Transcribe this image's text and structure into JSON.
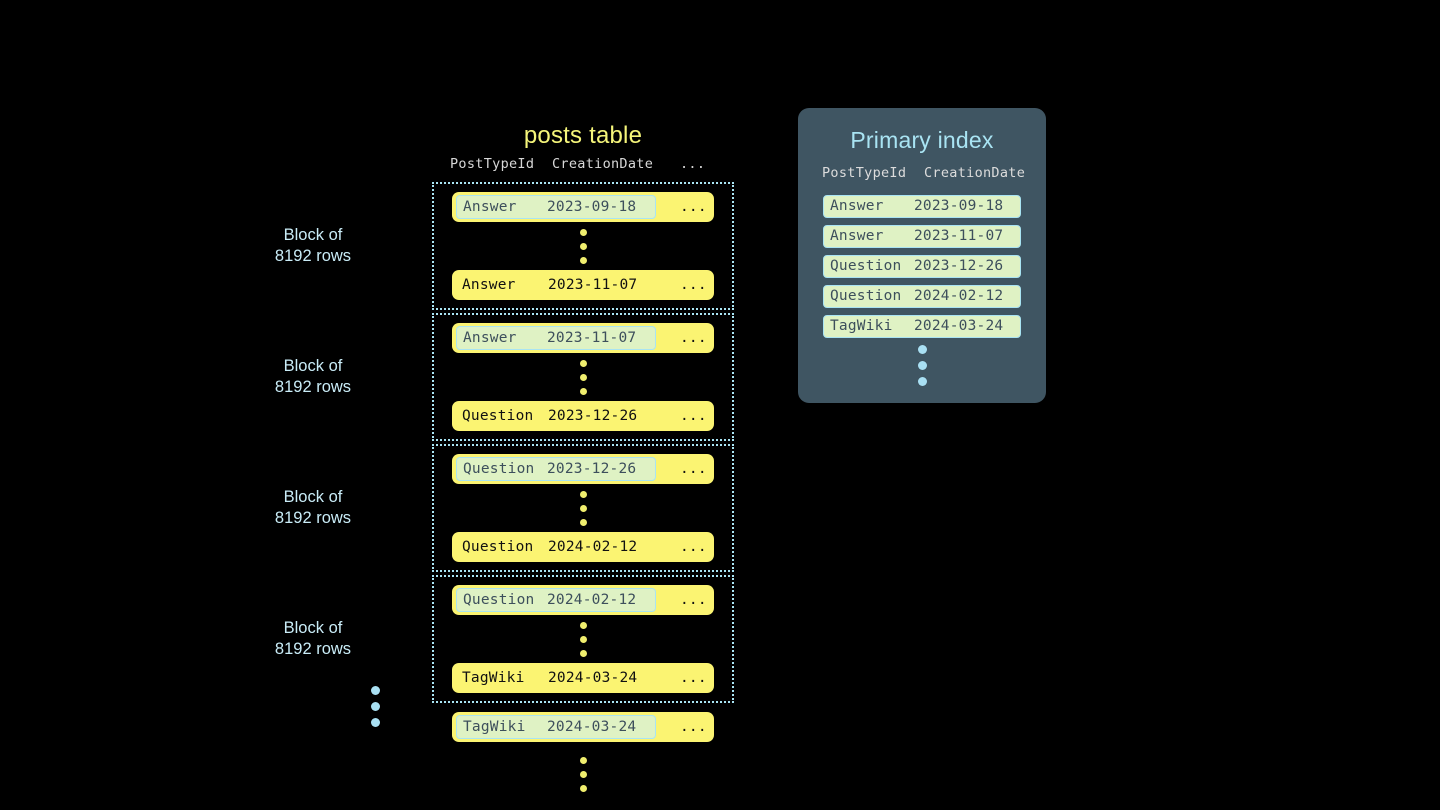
{
  "posts_table": {
    "title": "posts table",
    "columns": {
      "type": "PostTypeId",
      "date": "CreationDate",
      "rest": "..."
    },
    "block_label": "Block of\n8192 rows",
    "blocks": [
      {
        "label": "Block of\n8192 rows",
        "first_row": {
          "type": "Answer",
          "date": "2023-09-18",
          "rest": "...",
          "highlighted": true
        },
        "last_row": {
          "type": "Answer",
          "date": "2023-11-07",
          "rest": "...",
          "highlighted": false
        }
      },
      {
        "label": "Block of\n8192 rows",
        "first_row": {
          "type": "Answer",
          "date": "2023-11-07",
          "rest": "...",
          "highlighted": true
        },
        "last_row": {
          "type": "Question",
          "date": "2023-12-26",
          "rest": "...",
          "highlighted": false
        }
      },
      {
        "label": "Block of\n8192 rows",
        "first_row": {
          "type": "Question",
          "date": "2023-12-26",
          "rest": "...",
          "highlighted": true
        },
        "last_row": {
          "type": "Question",
          "date": "2024-02-12",
          "rest": "...",
          "highlighted": false
        }
      },
      {
        "label": "Block of\n8192 rows",
        "first_row": {
          "type": "Question",
          "date": "2024-02-12",
          "rest": "...",
          "highlighted": true
        },
        "last_row": {
          "type": "TagWiki",
          "date": "2024-03-24",
          "rest": "...",
          "highlighted": false
        }
      }
    ],
    "tail_row": {
      "type": "TagWiki",
      "date": "2024-03-24",
      "rest": "...",
      "highlighted": true
    }
  },
  "primary_index": {
    "title": "Primary index",
    "columns": {
      "type": "PostTypeId",
      "date": "CreationDate"
    },
    "rows": [
      {
        "type": "Answer",
        "date": "2023-09-18"
      },
      {
        "type": "Answer",
        "date": "2023-11-07"
      },
      {
        "type": "Question",
        "date": "2023-12-26"
      },
      {
        "type": "Question",
        "date": "2024-02-12"
      },
      {
        "type": "TagWiki",
        "date": "2024-03-24"
      }
    ],
    "ellipsis_dots": 3
  },
  "colors": {
    "background": "#000000",
    "row_yellow": "#fbf472",
    "highlight_green": "#dff2c4",
    "accent_blue": "#a9e4f3",
    "panel_slate": "#3f5562",
    "title_yellow": "#f5f57a",
    "dot_yellow": "#f0ee6e"
  }
}
